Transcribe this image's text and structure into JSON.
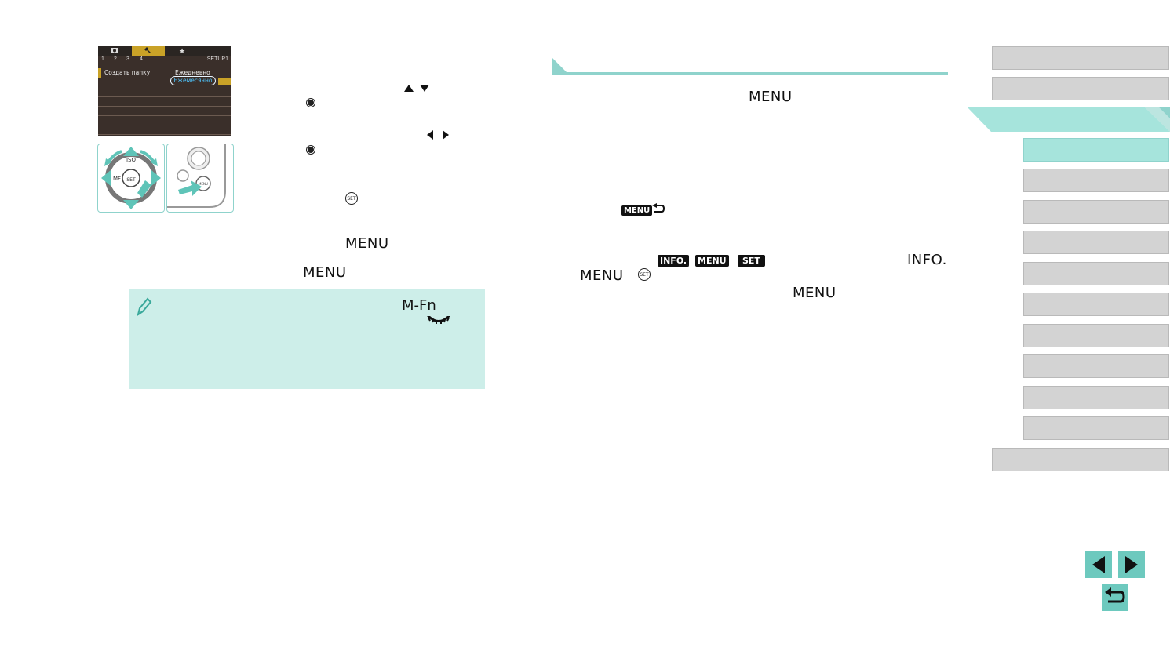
{
  "lcd": {
    "tab_numbers": [
      "1",
      "2",
      "3",
      "4"
    ],
    "setup_label": "SETUP1",
    "row_label": "Создать папку",
    "option_daily": "Ежедневно",
    "option_monthly": "Ежемесячно"
  },
  "diagram": {
    "iso": "ISO",
    "mf": "MF",
    "set": "SET",
    "menu_btn": "MENU"
  },
  "left": {
    "menu_1": "MENU",
    "menu_2": "MENU"
  },
  "note": {
    "mfn": "M-Fn"
  },
  "right": {
    "menu_1": "MENU",
    "menu_return_icon": "MENU",
    "info_icon": "INFO.",
    "menu_icon": "MENU",
    "set_icon": "SET",
    "separator": ",",
    "info_text": "INFO.",
    "menu_2": "MENU",
    "menu_3": "MENU"
  },
  "icons": {
    "pencil": "pencil-icon",
    "dial": "dial-icon",
    "set": "set-button-icon"
  },
  "colors": {
    "accent": "#8fd3cc",
    "nav_active": "#a6e4dc",
    "nav": "#d3d3d3",
    "arrow": "#6dc9be",
    "note_bg": "#cdeee9"
  }
}
